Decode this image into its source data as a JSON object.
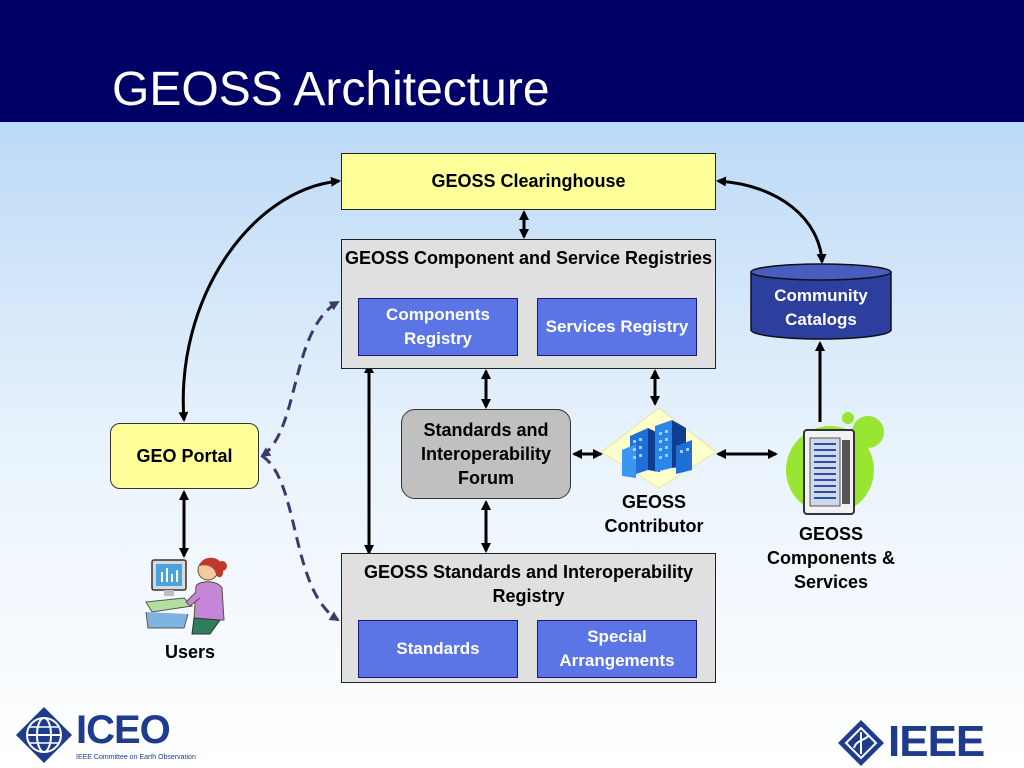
{
  "slide": {
    "title": "GEOSS Architecture"
  },
  "diagram": {
    "clearinghouse": "GEOSS Clearinghouse",
    "registries": {
      "title": "GEOSS Component and Service Registries",
      "components": "Components Registry",
      "services": "Services Registry"
    },
    "community_catalogs": "Community Catalogs",
    "forum": "Standards and Interoperability Forum",
    "portal": "GEO Portal",
    "contributor": "GEOSS Contributor",
    "components_services": "GEOSS Components & Services",
    "std_registry": {
      "title": "GEOSS Standards and Interoperability Registry",
      "standards": "Standards",
      "special": "Special Arrangements"
    },
    "users": "Users"
  },
  "logos": {
    "left": "ICEO",
    "left_sub": "IEEE Committee on Earth Observation",
    "right": "IEEE"
  },
  "colors": {
    "header": "#000066",
    "yellow_box": "#ffff99",
    "inner_blue": "#5b75e6",
    "catalog_blue": "#2c3e9e",
    "panel_gray": "#e0e0e0",
    "logo_blue": "#1f3b8c"
  },
  "icons": [
    "person-at-computer-icon",
    "buildings-icon",
    "server-icon",
    "globe-icon",
    "ieee-diamond-icon"
  ]
}
